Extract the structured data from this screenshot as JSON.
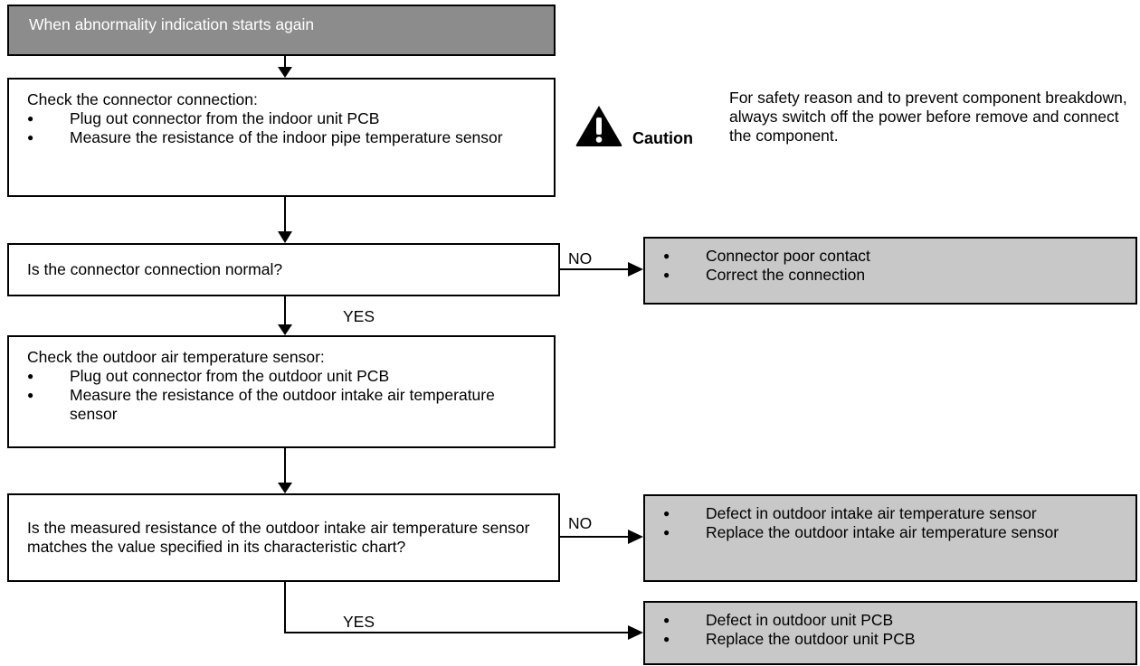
{
  "start": {
    "label": "When abnormality indication starts again"
  },
  "caution": {
    "icon": "warning-triangle-icon",
    "title": "Caution",
    "text": "For safety reason and to prevent component breakdown, always switch off the power before remove and connect the component."
  },
  "step1": {
    "title": "Check the connector connection:",
    "bullets": [
      "Plug out connector from the indoor unit PCB",
      "Measure the resistance of the indoor pipe temperature sensor"
    ]
  },
  "q1": {
    "question": "Is the connector connection normal?",
    "no_label": "NO",
    "yes_label": "YES",
    "no_result": [
      "Connector poor contact",
      "Correct the connection"
    ]
  },
  "step2": {
    "title": "Check the outdoor air temperature sensor:",
    "bullets": [
      "Plug out connector from the outdoor unit PCB",
      "Measure the resistance of the outdoor intake air temperature sensor"
    ]
  },
  "q2": {
    "question": "Is the measured resistance of the outdoor intake air temperature sensor matches the value specified in its characteristic chart?",
    "no_label": "NO",
    "yes_label": "YES",
    "no_result": [
      "Defect in outdoor intake air temperature sensor",
      "Replace the outdoor intake air temperature sensor"
    ],
    "yes_result": [
      "Defect in outdoor unit PCB",
      "Replace the outdoor unit PCB"
    ]
  }
}
